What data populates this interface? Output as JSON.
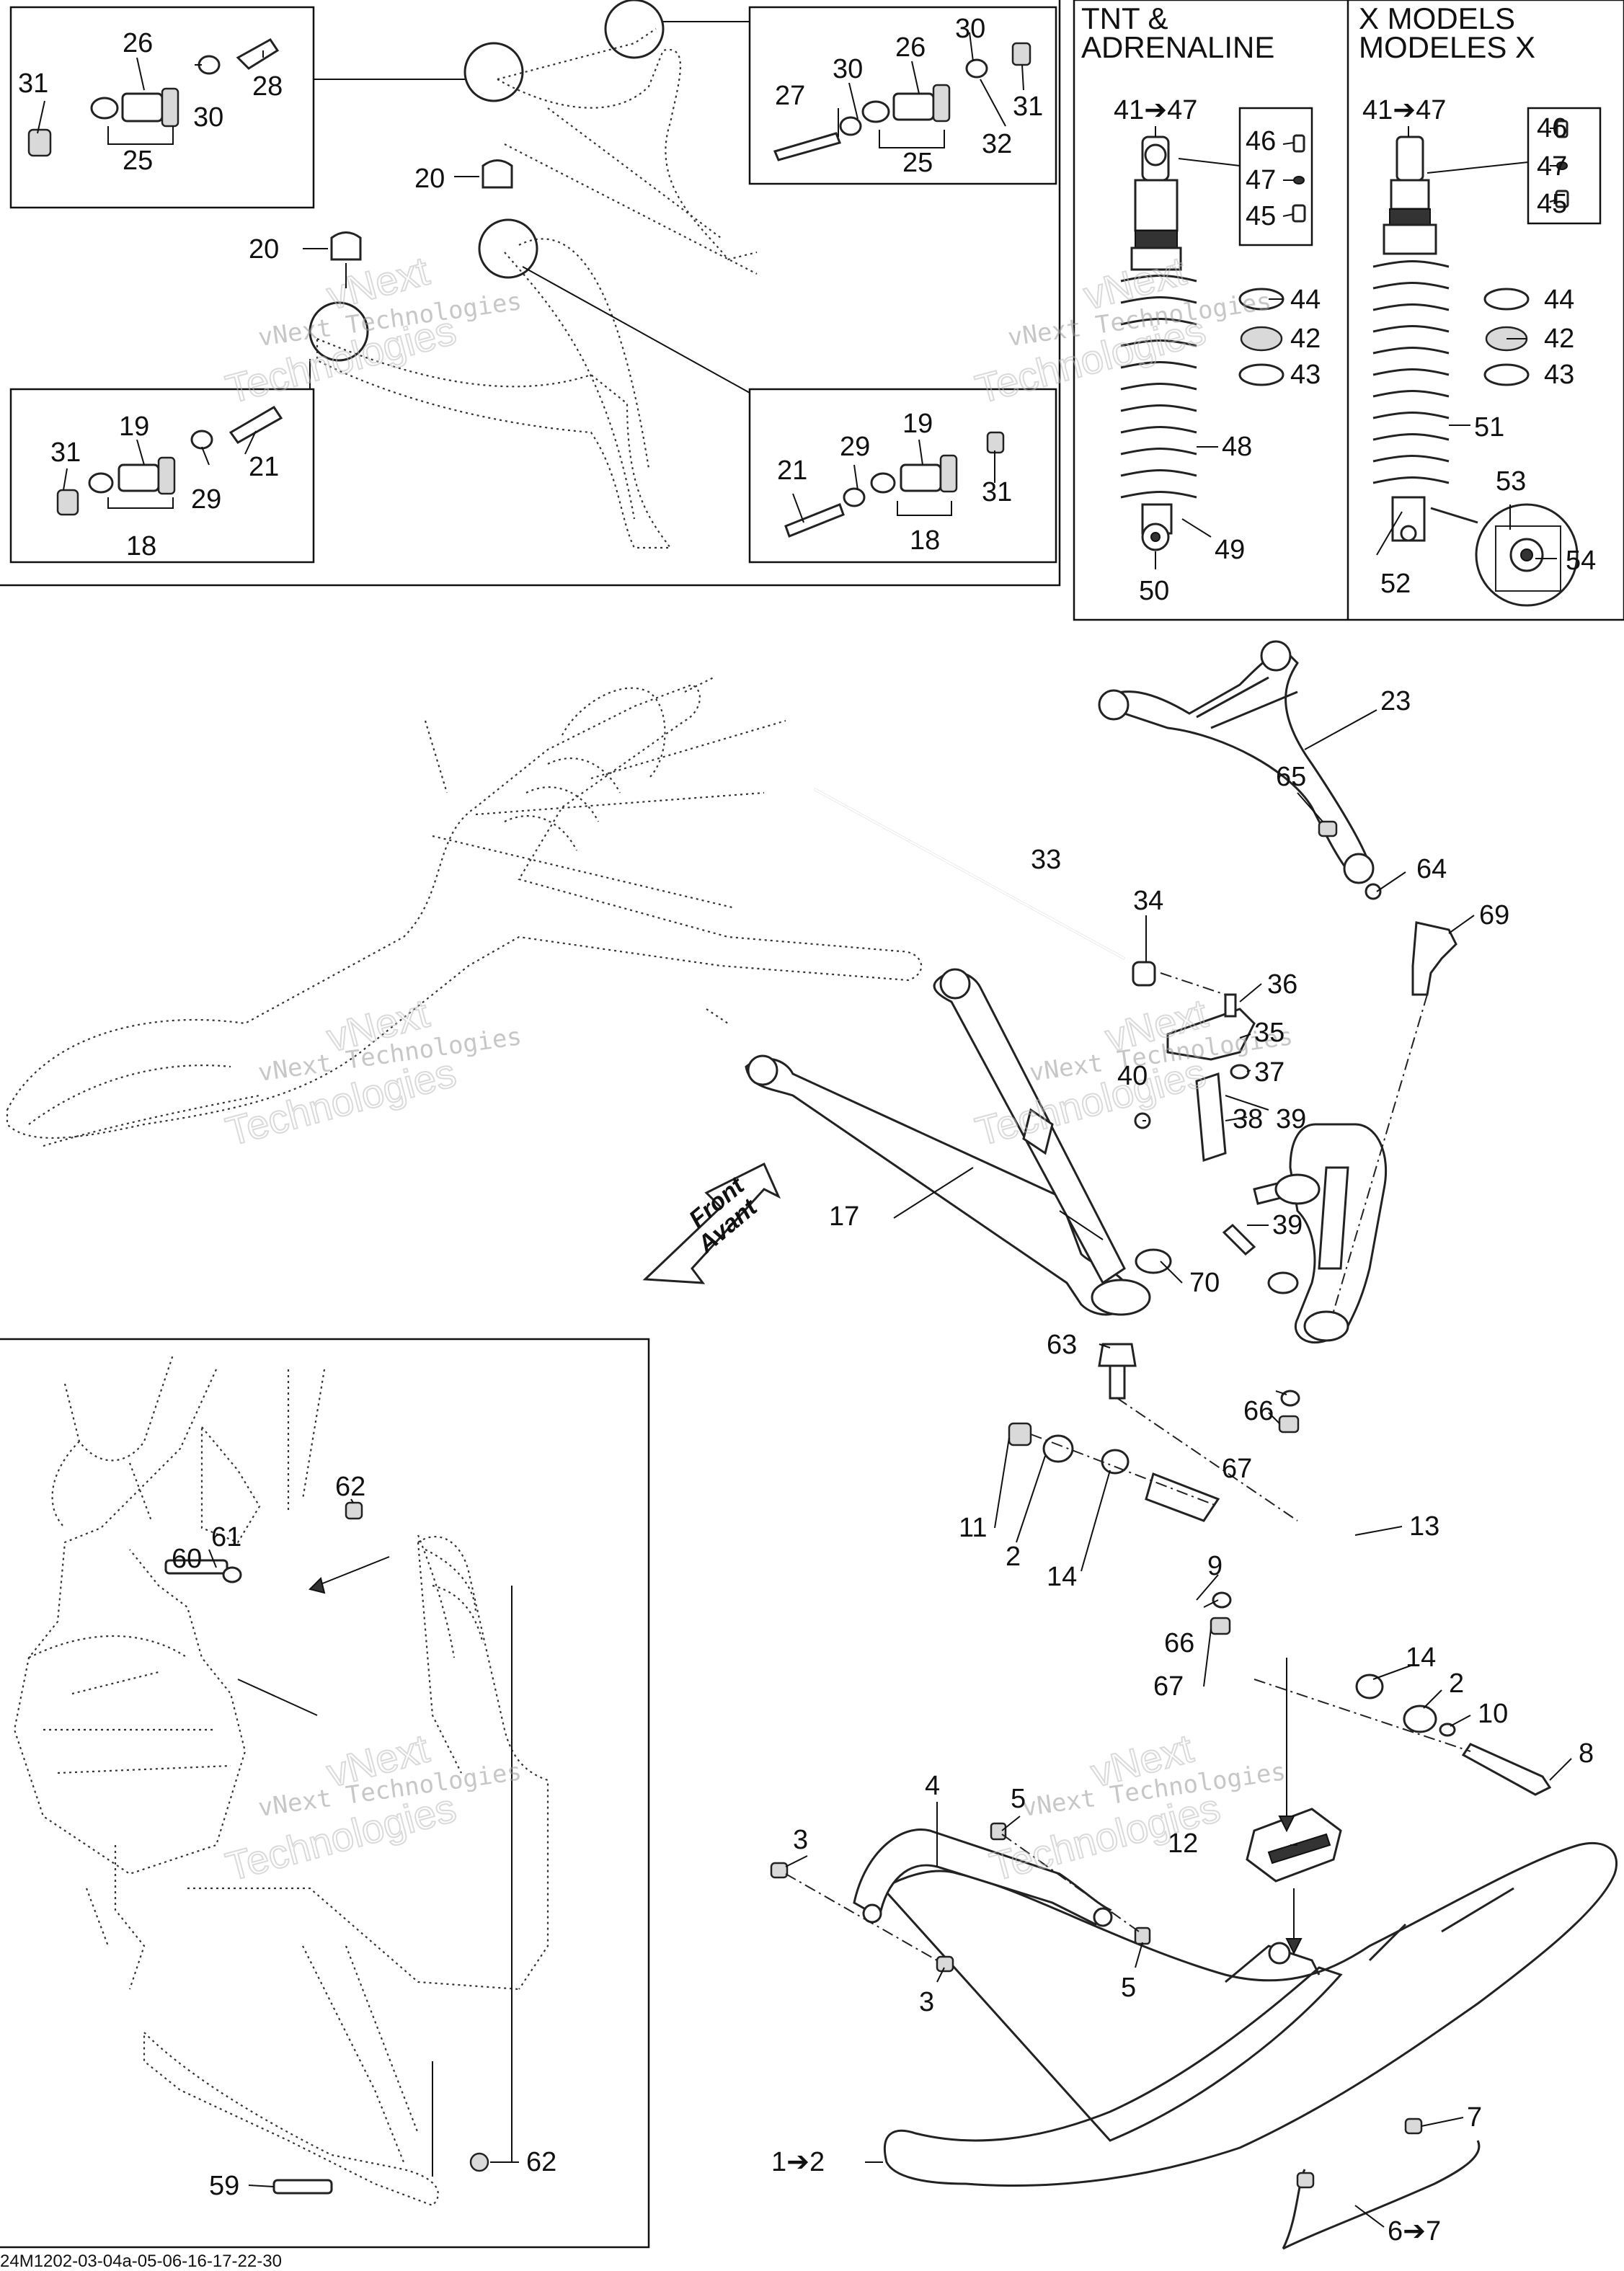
{
  "headers": {
    "tnt": "TNT &",
    "tnt2": "ADRENALINE",
    "x": "X MODELS",
    "x2": "MODELES X"
  },
  "front_arrow": {
    "line1": "Front",
    "line2": "Avant"
  },
  "watermark": {
    "line1": "vNext Technologies",
    "line2": "vNext",
    "line3": "Technologies"
  },
  "footer_code": "24M1202-03-04a-05-06-16-17-22-30",
  "callouts": {
    "c1_2": "1➔2",
    "c2a": "2",
    "c2b": "2",
    "c3a": "3",
    "c3b": "3",
    "c4": "4",
    "c5a": "5",
    "c5b": "5",
    "c6_7": "6➔7",
    "c7": "7",
    "c8": "8",
    "c9": "9",
    "c10": "10",
    "c11": "11",
    "c12": "12",
    "c13": "13",
    "c14a": "14",
    "c14b": "14",
    "c17": "17",
    "c18a": "18",
    "c18b": "18",
    "c19a": "19",
    "c19b": "19",
    "c20a": "20",
    "c20b": "20",
    "c21a": "21",
    "c21b": "21",
    "c23": "23",
    "c25a": "25",
    "c25b": "25",
    "c26a": "26",
    "c26b": "26",
    "c27": "27",
    "c28": "28",
    "c29a": "29",
    "c29b": "29",
    "c30a": "30",
    "c30b": "30",
    "c30c": "30",
    "c31a": "31",
    "c31b": "31",
    "c31c": "31",
    "c31d": "31",
    "c32": "32",
    "c33": "33",
    "c34": "34",
    "c35": "35",
    "c36": "36",
    "c37": "37",
    "c38": "38",
    "c39a": "39",
    "c39b": "39",
    "c40": "40",
    "c41_47a": "41➔47",
    "c41_47b": "41➔47",
    "c42a": "42",
    "c42b": "42",
    "c43a": "43",
    "c43b": "43",
    "c44a": "44",
    "c44b": "44",
    "c45a": "45",
    "c45b": "45",
    "c46a": "46",
    "c46b": "46",
    "c47a": "47",
    "c47b": "47",
    "c48": "48",
    "c49": "49",
    "c50": "50",
    "c51": "51",
    "c52": "52",
    "c53": "53",
    "c54": "54",
    "c59": "59",
    "c60": "60",
    "c61": "61",
    "c62a": "62",
    "c62b": "62",
    "c63": "63",
    "c64": "64",
    "c65": "65",
    "c66a": "66",
    "c66b": "66",
    "c67a": "67",
    "c67b": "67",
    "c69": "69",
    "c70": "70"
  }
}
